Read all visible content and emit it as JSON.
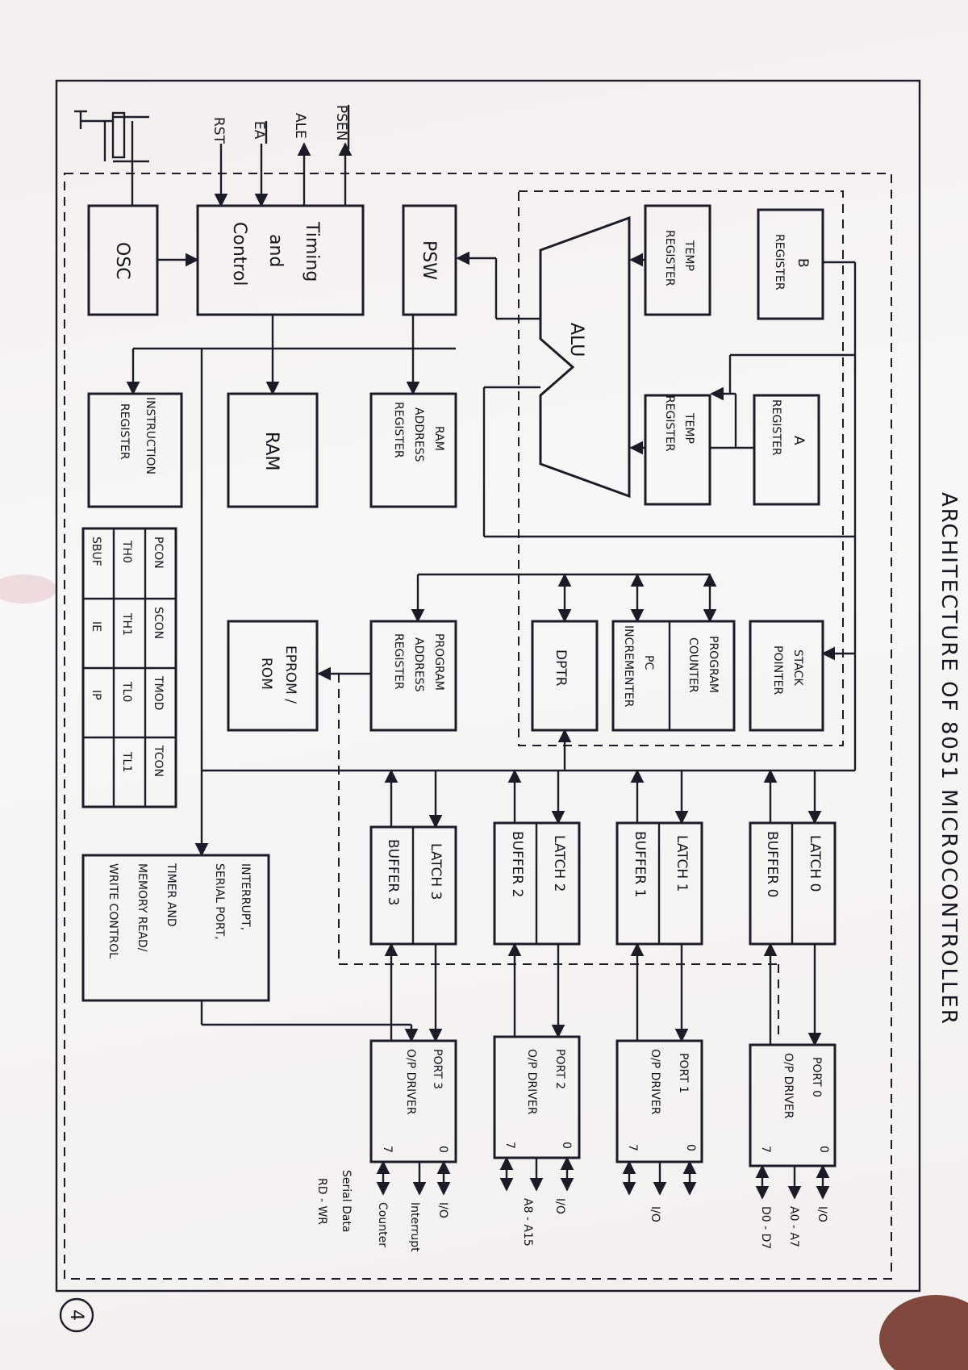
{
  "title": "ARCHITECTURE OF 8051 MICROCONTROLLER",
  "page_number": "4",
  "signals": {
    "psen": "PSEN",
    "ale": "ALE",
    "ea": "EA",
    "rst": "RST"
  },
  "blocks": {
    "osc": "OSC",
    "timing_1": "Timing",
    "timing_2": "and",
    "timing_3": "Control",
    "psw": "PSW",
    "temp_reg_1_a": "TEMP",
    "temp_reg_1_b": "REGISTER",
    "b_reg_a": "B",
    "b_reg_b": "REGISTER",
    "alu": "ALU",
    "temp_reg_2_a": "TEMP",
    "temp_reg_2_b": "REGISTER",
    "a_reg_a": "A",
    "a_reg_b": "REGISTER",
    "instr_reg_a": "INSTRUCTION",
    "instr_reg_b": "REGISTER",
    "ram": "RAM",
    "ram_addr_a": "RAM",
    "ram_addr_b": "ADDRESS",
    "ram_addr_c": "REGISTER",
    "dptr": "DPTR",
    "pc_incr_a": "PC",
    "pc_incr_b": "INCREMENTER",
    "pc_a": "PROGRAM",
    "pc_b": "COUNTER",
    "sp_a": "STACK",
    "sp_b": "POINTER",
    "eprom_a": "EPROM /",
    "eprom_b": "ROM",
    "prog_addr_a": "PROGRAM",
    "prog_addr_b": "ADDRESS",
    "prog_addr_c": "REGISTER",
    "sfr": [
      [
        "PCON",
        "SCON",
        "TMOD",
        "TCON"
      ],
      [
        "TH0",
        "TH1",
        "TL0",
        "TL1"
      ],
      [
        "SBUF",
        "IE",
        "IP",
        ""
      ]
    ],
    "interrupt_a": "INTERRUPT,",
    "interrupt_b": "SERIAL PORT,",
    "interrupt_c": "TIMER AND",
    "interrupt_d": "MEMORY READ/",
    "interrupt_e": "WRITE CONTROL"
  },
  "ports": [
    {
      "latch": "LATCH 0",
      "buffer": "BUFFER 0",
      "driver_a": "PORT 0",
      "driver_b": "O/P DRIVER",
      "pin_a": "0",
      "pin_b": "7",
      "io": "I/O",
      "label_a": "A0 - A7",
      "label_b": "D0 - D7"
    },
    {
      "latch": "LATCH 1",
      "buffer": "BUFFER 1",
      "driver_a": "PORT 1",
      "driver_b": "O/P DRIVER",
      "pin_a": "0",
      "pin_b": "7",
      "io": "I/O",
      "label_a": "",
      "label_b": ""
    },
    {
      "latch": "LATCH 2",
      "buffer": "BUFFER 2",
      "driver_a": "PORT 2",
      "driver_b": "O/P DRIVER",
      "pin_a": "0",
      "pin_b": "7",
      "io": "I/O",
      "label_a": "A8 - A15",
      "label_b": ""
    },
    {
      "latch": "LATCH 3",
      "buffer": "BUFFER 3",
      "driver_a": "PORT 3",
      "driver_b": "O/P DRIVER",
      "pin_a": "0",
      "pin_b": "7",
      "io": "I/O",
      "label_a": "Interrupt",
      "label_b": "Counter"
    }
  ],
  "port3_extra": {
    "serial": "Serial Data",
    "rdwr": "RD - WR"
  }
}
